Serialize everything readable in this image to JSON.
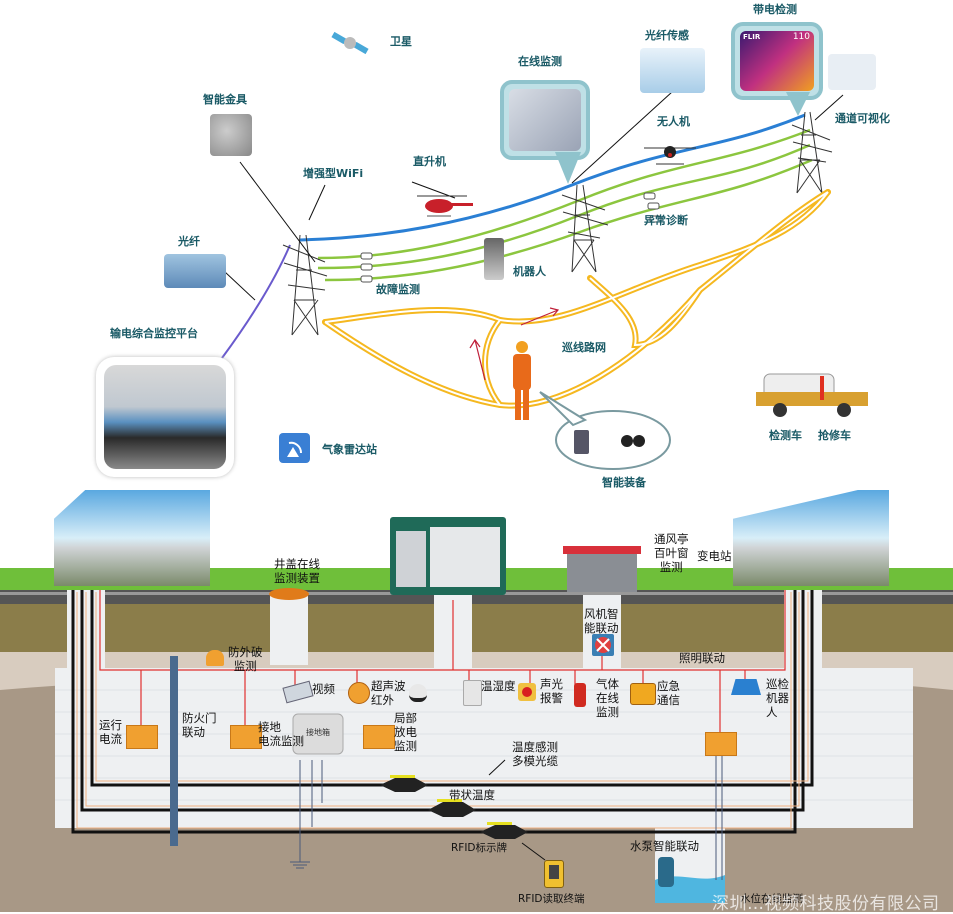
{
  "top_section": {
    "title": "输电线路在线监测",
    "labels": {
      "satellite": "卫星",
      "smart_fitting": "智能金具",
      "enhanced_wifi": "增强型WiFi",
      "helicopter": "直升机",
      "online_monitoring": "在线监测",
      "fiber_sensing": "光纤传感",
      "live_detection": "带电检测",
      "channel_visualization": "通道可视化",
      "drone": "无人机",
      "anomaly_diagnosis": "异常诊断",
      "optical_fiber": "光纤",
      "fault_monitoring": "故障监测",
      "robot": "机器人",
      "patrol_road_network": "巡线路网",
      "platform": "输电综合监控平台",
      "weather_radar": "气象雷达站",
      "smart_equipment": "智能装备",
      "inspection_vehicle": "检测车",
      "repair_vehicle": "抢修车",
      "thermal_brand": "FLIR",
      "thermal_reading": "110"
    }
  },
  "bottom_section": {
    "labels": {
      "manhole_monitor": "井盖在线\n监测装置",
      "vent_louver": "通风亭\n百叶窗\n监测",
      "substation": "变电站",
      "fan_linkage": "风机智\n能联动",
      "anti_damage": "防外破\n监测",
      "lighting_linkage": "照明联动",
      "video": "视频",
      "ultrasonic_ir": "超声波\n红外",
      "temp_humidity": "温湿度",
      "sound_light_alarm": "声光\n报警",
      "gas_monitoring": "气体\n在线\n监测",
      "emergency_comm": "应急\n通信",
      "patrol_robot": "巡检\n机器\n人",
      "running_current": "运行\n电流",
      "fire_door": "防火门\n联动",
      "ground_current": "接地\n电流监测",
      "ground_box": "接地箱",
      "partial_discharge": "局部\n放电\n监测",
      "temp_fiber": "温度感测\n多模光缆",
      "strip_temp": "带状温度",
      "rfid_tag": "RFID标示牌",
      "pump_linkage": "水泵智能联动",
      "rfid_reader": "RFID读取终端",
      "water_level": "水位在线监测"
    }
  },
  "watermark": "深圳…视频科技股份有限公司",
  "colors": {
    "label_teal": "#1a5a66",
    "comm_line_blue": "#2a7fd4",
    "power_line_green": "#8cc63f",
    "road_yellow": "#f5b820",
    "fiber_purple": "#6a5acd",
    "soil": "#8b7d4a",
    "tunnel_wall": "#eef0f2",
    "ground_deep": "#a89886",
    "red_signal": "#e03030",
    "device_orange": "#f0a030"
  }
}
